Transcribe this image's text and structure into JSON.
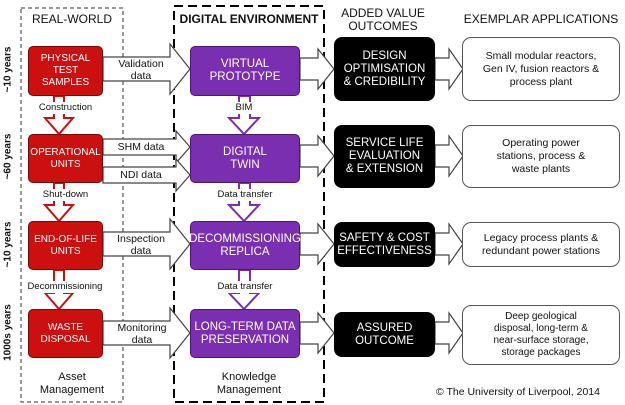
{
  "columns": {
    "real_world": "REAL-WORLD",
    "digital_environment": "DIGITAL ENVIRONMENT",
    "added_value": "ADDED VALUE\nOUTCOMES",
    "exemplar": "EXEMPLAR APPLICATIONS"
  },
  "footers": {
    "asset": "Asset\nManagement",
    "knowledge": "Knowledge\nManagement",
    "copyright": "© The University of Liverpool, 2014"
  },
  "timescales": [
    "~10 years",
    "~60 years",
    "~10 years",
    "1000s years"
  ],
  "real_world_boxes": [
    "PHYSICAL\nTEST SAMPLES",
    "OPERATIONAL\nUNITS",
    "END-OF-LIFE\nUNITS",
    "WASTE\nDISPOSAL"
  ],
  "real_world_transitions": [
    "Construction",
    "Shut-down",
    "Decommissioning"
  ],
  "data_flows": [
    "Validation\ndata",
    "SHM data",
    "NDI data",
    "Inspection\ndata",
    "Monitoring\ndata"
  ],
  "digital_boxes": [
    "VIRTUAL\nPROTOTYPE",
    "DIGITAL\nTWIN",
    "DECOMMISSIONING\nREPLICA",
    "LONG-TERM DATA\nPRESERVATION"
  ],
  "digital_transitions": [
    "BIM",
    "Data transfer",
    "Data transfer"
  ],
  "outcomes": [
    "DESIGN\nOPTIMISATION\n& CREDIBILITY",
    "SERVICE LIFE\nEVALUATION\n& EXTENSION",
    "SAFETY & COST\nEFFECTIVENESS",
    "ASSURED\nOUTCOME"
  ],
  "applications": [
    "Small modular reactors,\nGen IV, fusion reactors &\nprocess plant",
    "Operating power\nstations, process &\nwaste plants",
    "Legacy process plants &\nredundant power stations",
    "Deep geological\ndisposal, long-term &\nnear-surface storage,\nstorage packages"
  ],
  "colors": {
    "red": "#cc1010",
    "purple": "#7a2fb0",
    "black": "#000000"
  }
}
